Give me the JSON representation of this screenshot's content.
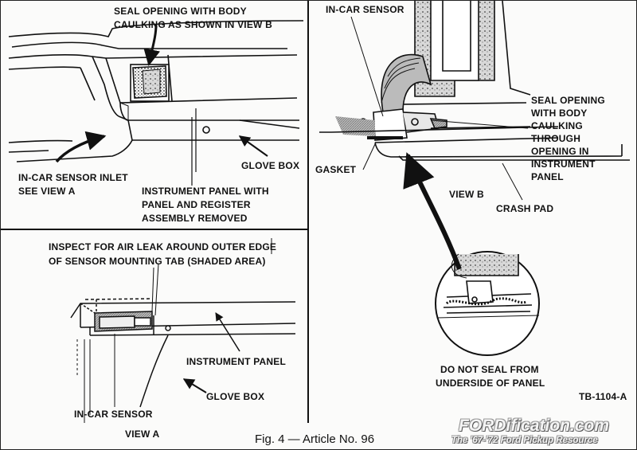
{
  "view_b_top": {
    "seal_opening_note": [
      "SEAL OPENING WITH BODY",
      "CAULKING AS SHOWN IN VIEW B"
    ],
    "sensor_inlet": [
      "IN-CAR SENSOR INLET",
      "SEE VIEW A"
    ],
    "instrument_panel_note": [
      "INSTRUMENT PANEL WITH",
      "PANEL AND REGISTER",
      "ASSEMBLY REMOVED"
    ],
    "glove_box": "GLOVE BOX"
  },
  "view_a": {
    "inspect_note": [
      "INSPECT FOR AIR LEAK AROUND OUTER EDGE",
      "OF SENSOR MOUNTING TAB (SHADED AREA)"
    ],
    "instrument_panel": "INSTRUMENT PANEL",
    "glove_box": "GLOVE BOX",
    "in_car_sensor": "IN-CAR SENSOR",
    "title": "VIEW A"
  },
  "view_b": {
    "in_car_sensor": "IN-CAR SENSOR",
    "seal_note": [
      "SEAL OPENING",
      "WITH BODY",
      "CAULKING",
      "THROUGH",
      "OPENING IN",
      "INSTRUMENT",
      "PANEL"
    ],
    "gasket": "GASKET",
    "title": "VIEW B",
    "crash_pad": "CRASH PAD",
    "do_not_seal": [
      "DO NOT SEAL FROM",
      "UNDERSIDE OF PANEL"
    ],
    "code": "TB-1104-A"
  },
  "caption": "Fig. 4  —  Article No. 96",
  "watermark": {
    "brand": "FORDification.com",
    "tagline": "The '67-'72 Ford Pickup Resource"
  }
}
